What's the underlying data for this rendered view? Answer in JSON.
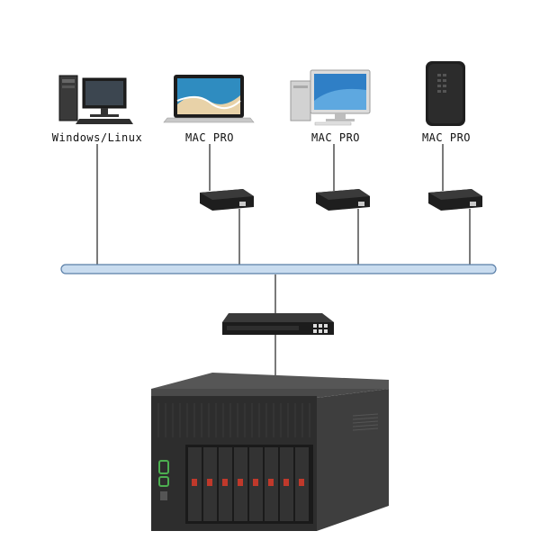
{
  "devices": [
    {
      "id": "pc",
      "label": "Windows/Linux",
      "icon": "desktop-computer-icon"
    },
    {
      "id": "laptop",
      "label": "MAC PRO",
      "icon": "laptop-icon"
    },
    {
      "id": "imac",
      "label": "MAC PRO",
      "icon": "all-in-one-computer-icon"
    },
    {
      "id": "macpro",
      "label": "MAC PRO",
      "icon": "tower-workstation-icon"
    }
  ],
  "adapters": [
    {
      "icon": "network-adapter-icon"
    },
    {
      "icon": "network-adapter-icon"
    },
    {
      "icon": "network-adapter-icon"
    }
  ],
  "network": {
    "bus_icon": "network-bus-icon",
    "switch_icon": "network-switch-icon"
  },
  "storage": {
    "icon": "nas-server-icon",
    "drive_bays": 8
  },
  "colors": {
    "bus_fill": "#c9dcef",
    "bus_stroke": "#5a7fa8",
    "line": "#222222",
    "device_dark": "#2b2b2b"
  }
}
